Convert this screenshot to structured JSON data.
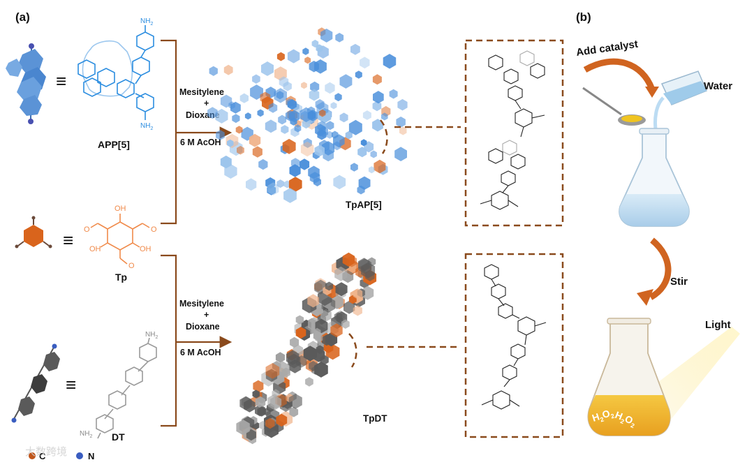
{
  "panel_a": "(a)",
  "panel_b": "(b)",
  "monomers": {
    "app5": "APP[5]",
    "tp": "Tp",
    "dt": "DT",
    "nh2": "NH",
    "nh2_sub": "2",
    "oh": "OH",
    "o": "O"
  },
  "conditions_top": [
    "Mesitylene",
    "+",
    "Dioxane",
    "6 M AcOH"
  ],
  "conditions_bottom": [
    "Mesitylene",
    "+",
    "Dioxane",
    "6 M AcOH"
  ],
  "products": {
    "top": "TpAP[5]",
    "bottom": "TpDT"
  },
  "legend": {
    "c": "C",
    "n": "N"
  },
  "process": {
    "add_catalyst": "Add catalyst",
    "water": "Water",
    "stir": "Stir",
    "light": "Light",
    "h2o2_a": "H",
    "h2o2_b": "O",
    "sub": "2"
  },
  "watermark": "大数跨境",
  "colors": {
    "brown": "#8a4a1c",
    "blue": "#3a8fd8",
    "orange": "#d9641c",
    "peach": "#f0b48c",
    "gray": "#5a5a5a"
  }
}
